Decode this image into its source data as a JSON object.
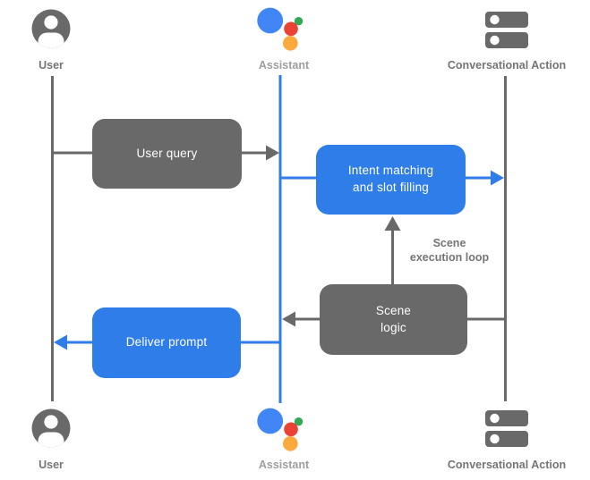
{
  "colors": {
    "gray": "#696969",
    "blue": "#2E7DE9",
    "label_dark": "#757575",
    "label_light": "#9E9E9E",
    "assistant_blue": "#4285F4",
    "assistant_red": "#E94335",
    "assistant_green": "#34A853",
    "assistant_yellow": "#FBA93C"
  },
  "icons": {
    "user": "person-circle-icon",
    "assistant": "google-assistant-dots-icon",
    "conversational_action": "server-stack-icon"
  },
  "actors_top": {
    "user": "User",
    "assistant": "Assistant",
    "conversational_action": "Conversational Action"
  },
  "actors_bottom": {
    "user": "User",
    "assistant": "Assistant",
    "conversational_action": "Conversational Action"
  },
  "nodes": {
    "user_query": {
      "label": "User query"
    },
    "intent_matching": {
      "line1": "Intent matching",
      "line2": "and slot filling"
    },
    "scene_logic": {
      "line1": "Scene",
      "line2": "logic"
    },
    "deliver_prompt": {
      "label": "Deliver prompt"
    }
  },
  "annotations": {
    "scene_execution_loop": {
      "line1": "Scene",
      "line2": "execution loop"
    }
  }
}
